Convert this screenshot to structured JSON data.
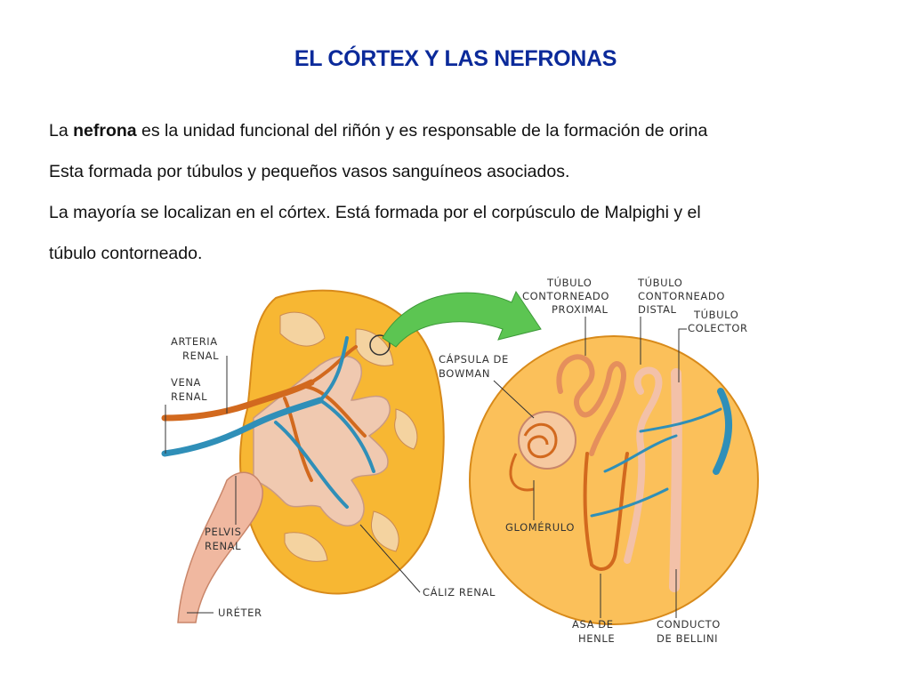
{
  "slide": {
    "title": "EL CÓRTEX Y LAS NEFRONAS",
    "para1_prefix": "La ",
    "para1_bold": "nefrona",
    "para1_suffix": " es la unidad funcional del riñón y es responsable de la formación de orina",
    "para2": "Esta formada por túbulos y pequeños vasos sanguíneos asociados.",
    "para3_line1": "La mayoría se localizan en el córtex. Está formada por el corpúsculo de Malpighi y el",
    "para3_line2": "túbulo contorneado."
  },
  "diagram": {
    "labels": {
      "arteria_1": "ARTERIA",
      "arteria_2": "RENAL",
      "vena_1": "VENA",
      "vena_2": "RENAL",
      "pelvis_1": "PELVIS",
      "pelvis_2": "RENAL",
      "ureter": "URÉTER",
      "caliz": "CÁLIZ RENAL",
      "capsula_1": "CÁPSULA DE",
      "capsula_2": "BOWMAN",
      "tcp_1": "TÚBULO",
      "tcp_2": "CONTORNEADO",
      "tcp_3": "PROXIMAL",
      "tcd_1": "TÚBULO",
      "tcd_2": "CONTORNEADO",
      "tcd_3": "DISTAL",
      "colector_1": "TÚBULO",
      "colector_2": "COLECTOR",
      "glomerulo": "GLOMÉRULO",
      "henle_1": "ASA DE",
      "henle_2": "HENLE",
      "bellini_1": "CONDUCTO",
      "bellini_2": "DE BELLINI"
    },
    "colors": {
      "cortex": "#f7b733",
      "medulla": "#f0c9b0",
      "artery": "#d2691e",
      "vein": "#2f8fb8",
      "arrow": "#5cc552",
      "circle_bg": "#fbc05a",
      "tubule": "#f3c1a8"
    }
  }
}
